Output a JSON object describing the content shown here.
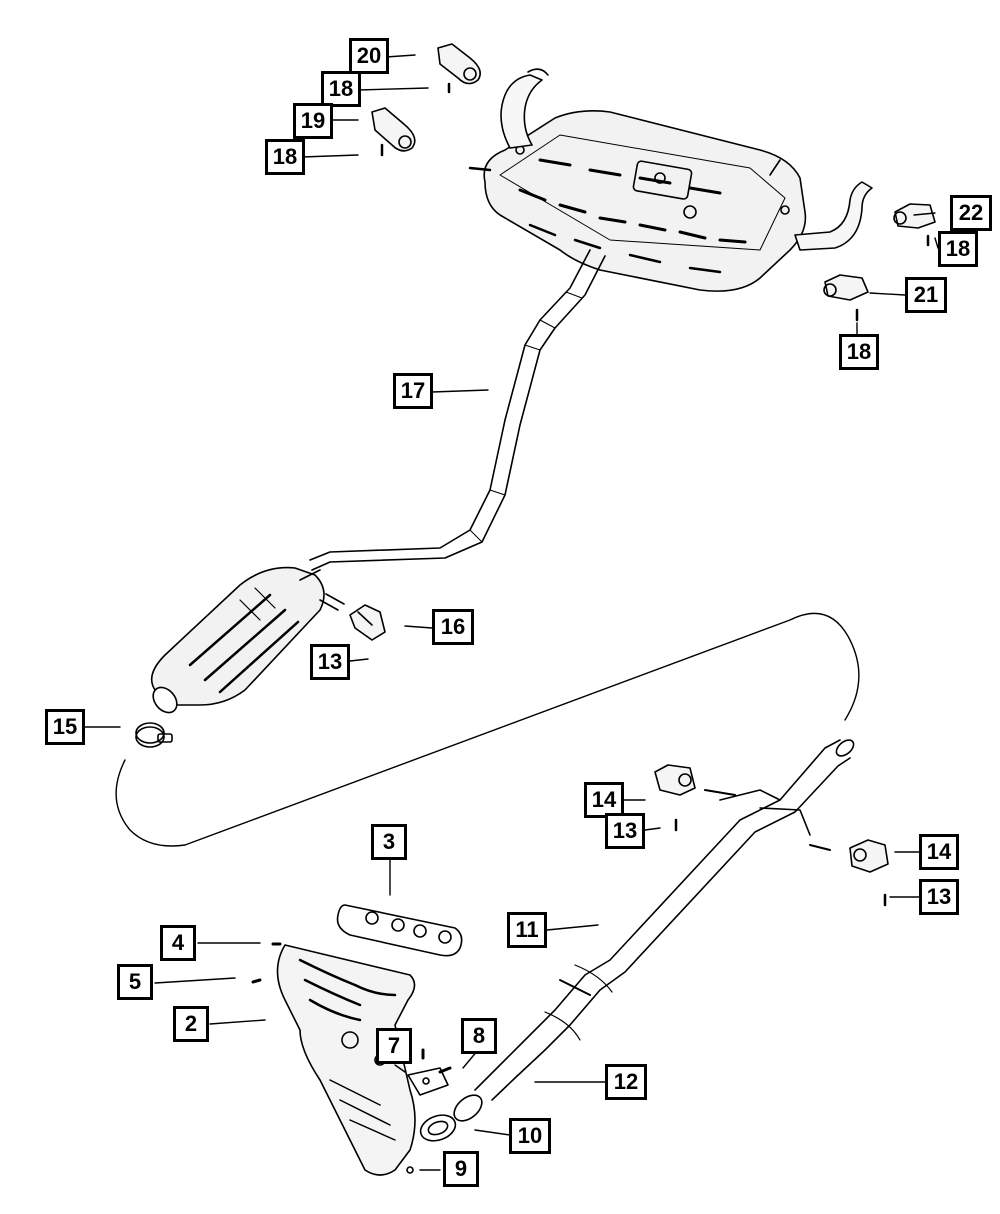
{
  "diagram": {
    "callouts": [
      {
        "id": "c20",
        "label": "20"
      },
      {
        "id": "c18a",
        "label": "18"
      },
      {
        "id": "c19",
        "label": "19"
      },
      {
        "id": "c18b",
        "label": "18"
      },
      {
        "id": "c22",
        "label": "22"
      },
      {
        "id": "c18c",
        "label": "18"
      },
      {
        "id": "c21",
        "label": "21"
      },
      {
        "id": "c18d",
        "label": "18"
      },
      {
        "id": "c17",
        "label": "17"
      },
      {
        "id": "c16",
        "label": "16"
      },
      {
        "id": "c13a",
        "label": "13"
      },
      {
        "id": "c15",
        "label": "15"
      },
      {
        "id": "c14a",
        "label": "14"
      },
      {
        "id": "c13b",
        "label": "13"
      },
      {
        "id": "c14b",
        "label": "14"
      },
      {
        "id": "c13c",
        "label": "13"
      },
      {
        "id": "c3",
        "label": "3"
      },
      {
        "id": "c11",
        "label": "11"
      },
      {
        "id": "c4",
        "label": "4"
      },
      {
        "id": "c5",
        "label": "5"
      },
      {
        "id": "c2",
        "label": "2"
      },
      {
        "id": "c7",
        "label": "7"
      },
      {
        "id": "c8",
        "label": "8"
      },
      {
        "id": "c12",
        "label": "12"
      },
      {
        "id": "c10",
        "label": "10"
      },
      {
        "id": "c9",
        "label": "9"
      }
    ]
  }
}
